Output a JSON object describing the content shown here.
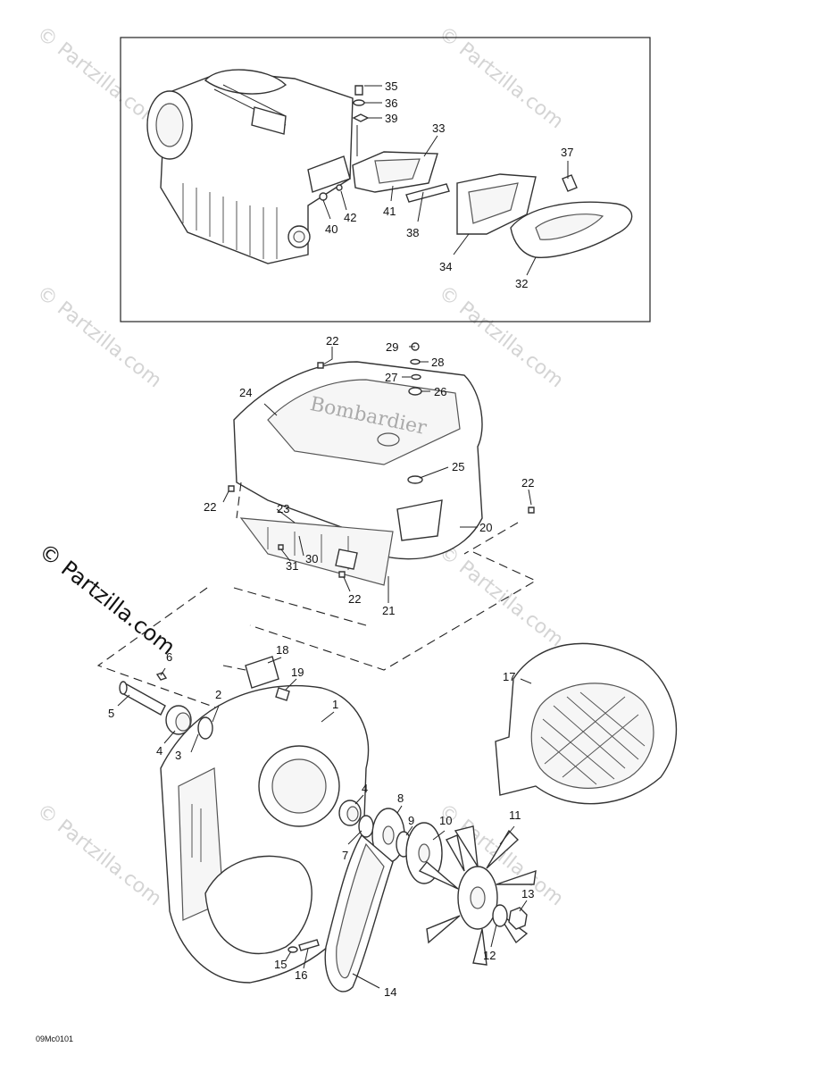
{
  "watermark": "© Partzilla.com",
  "footer_code": "09Mc0101",
  "callouts": {
    "p1": "1",
    "p2": "2",
    "p3": "3",
    "p4a": "4",
    "p4b": "4",
    "p5": "5",
    "p6": "6",
    "p7": "7",
    "p8": "8",
    "p9": "9",
    "p10": "10",
    "p11": "11",
    "p12": "12",
    "p13": "13",
    "p14": "14",
    "p15": "15",
    "p16": "16",
    "p17": "17",
    "p18": "18",
    "p19": "19",
    "p20": "20",
    "p21": "21",
    "p22a": "22",
    "p22b": "22",
    "p22c": "22",
    "p22d": "22",
    "p23": "23",
    "p24": "24",
    "p25": "25",
    "p26": "26",
    "p27": "27",
    "p28": "28",
    "p29": "29",
    "p30": "30",
    "p31": "31",
    "p32": "32",
    "p33": "33",
    "p34": "34",
    "p35": "35",
    "p36": "36",
    "p37": "37",
    "p38": "38",
    "p39": "39",
    "p40": "40",
    "p41": "41",
    "p42": "42"
  }
}
